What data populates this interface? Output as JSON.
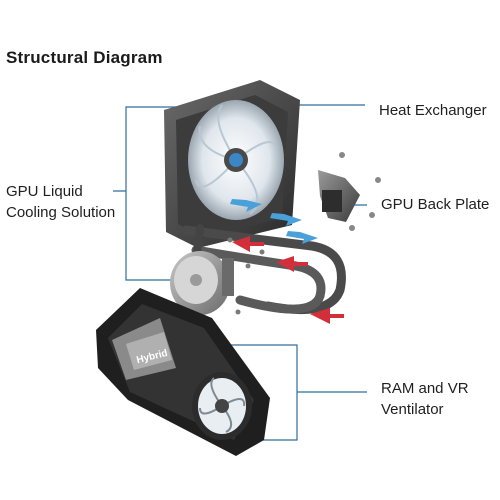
{
  "title": "Structural Diagram",
  "labels": {
    "heat_exchanger": "Heat Exchanger",
    "gpu_liquid": "GPU Liquid\nCooling Solution",
    "gpu_back_plate": "GPU Back Plate",
    "ram_vr": "RAM and VR\nVentilator"
  },
  "badges": {
    "hybrid": "Hybrid"
  },
  "colors": {
    "leader_line": "#2f6f9f",
    "hot_arrow": "#d32f3a",
    "cold_arrow": "#4aa0d8"
  }
}
